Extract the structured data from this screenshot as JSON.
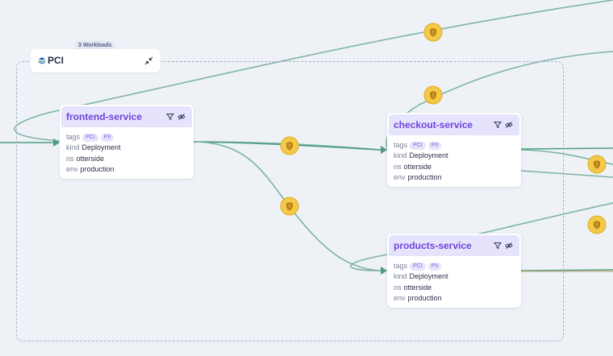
{
  "group": {
    "badge": "3 Workloads",
    "title": "PCI",
    "icon": "layers-icon",
    "collapse_icon": "collapse-arrows-icon"
  },
  "prop_keys": {
    "tags": "tags",
    "kind": "kind",
    "ns": "ns",
    "env": "env"
  },
  "nodes": [
    {
      "id": "frontend",
      "title": "frontend-service",
      "tags": [
        "PCI",
        "PII"
      ],
      "kind": "Deployment",
      "ns": "otterside",
      "env": "production"
    },
    {
      "id": "checkout",
      "title": "checkout-service",
      "tags": [
        "PCI",
        "PII"
      ],
      "kind": "Deployment",
      "ns": "otterside",
      "env": "production"
    },
    {
      "id": "products",
      "title": "products-service",
      "tags": [
        "PCI",
        "PII"
      ],
      "kind": "Deployment",
      "ns": "otterside",
      "env": "production"
    }
  ],
  "colors": {
    "edge": "#7db2a3",
    "edge_dark": "#4e9a82",
    "edge_alt": "#c8b98a",
    "policy_badge": "#f3c94a",
    "policy_badge_stroke": "#e2a91f",
    "title_purple": "#6f44d8",
    "header_bg": "#e6e3fd",
    "group_border": "#a9b3c8"
  }
}
